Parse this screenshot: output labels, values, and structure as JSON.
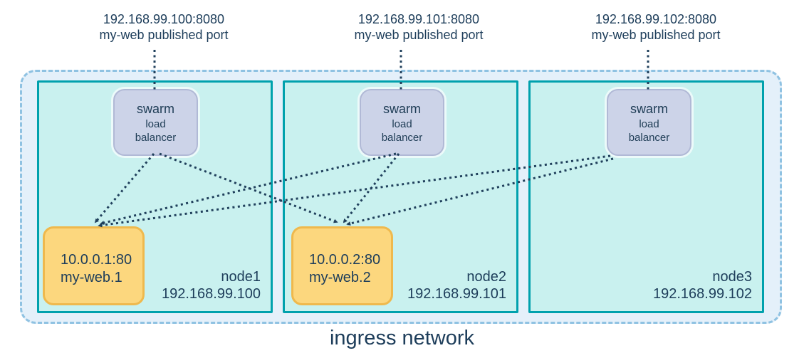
{
  "published_ports": [
    {
      "ip_port": "192.168.99.100:8080",
      "caption": "my-web published port"
    },
    {
      "ip_port": "192.168.99.101:8080",
      "caption": "my-web published port"
    },
    {
      "ip_port": "192.168.99.102:8080",
      "caption": "my-web published port"
    }
  ],
  "nodes": [
    {
      "name": "node1",
      "ip": "192.168.99.100",
      "load_balancer": {
        "line1": "swarm",
        "line2": "load",
        "line3": "balancer"
      },
      "task": {
        "address": "10.0.0.1:80",
        "name": "my-web.1"
      }
    },
    {
      "name": "node2",
      "ip": "192.168.99.101",
      "load_balancer": {
        "line1": "swarm",
        "line2": "load",
        "line3": "balancer"
      },
      "task": {
        "address": "10.0.0.2:80",
        "name": "my-web.2"
      }
    },
    {
      "name": "node3",
      "ip": "192.168.99.102",
      "load_balancer": {
        "line1": "swarm",
        "line2": "load",
        "line3": "balancer"
      }
    }
  ],
  "network": {
    "label": "ingress network"
  },
  "colors": {
    "text": "#1d3d5a",
    "node_border": "#00a1ad",
    "node_fill": "#c9f1ef",
    "ingress_fill": "#e4f0fa",
    "ingress_border": "#8fc2e2",
    "lb_fill": "#ccd3e8",
    "lb_border": "#b1b9d6",
    "task_fill": "#fcd77e",
    "task_border": "#efb94d",
    "wire": "#20405c"
  }
}
